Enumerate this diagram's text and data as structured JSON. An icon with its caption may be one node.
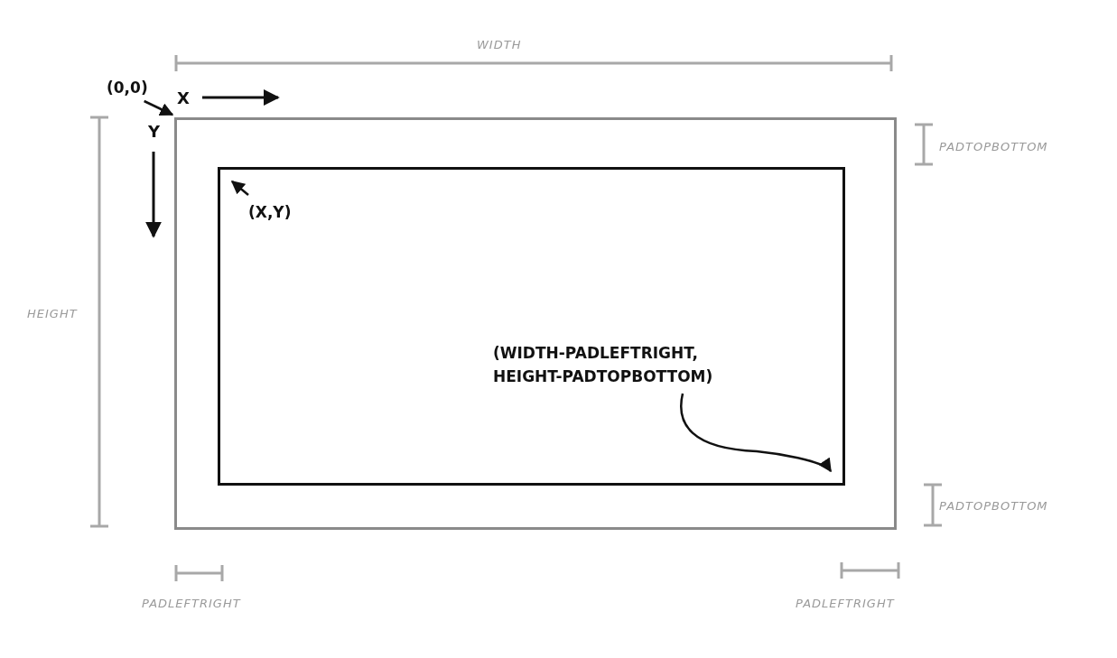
{
  "diagram": {
    "nodes": [
      {
        "text": [],
        "shape": "box"
      },
      {
        "text": [],
        "shape": "box",
        "in": 0
      },
      {
        "text": [
          "(0,0)"
        ]
      },
      {
        "text": [
          "(X,Y)"
        ],
        "in": 1
      },
      {
        "text": [
          "(WIDTH-PADLEFTRIGHT, HEIGHT-PADTOPBOTTOM)"
        ],
        "in": 1
      }
    ],
    "edges": [
      {
        "from": 2,
        "to": 0,
        "arrow": "to"
      },
      {
        "from": 3,
        "to": 1,
        "arrow": "to"
      },
      {
        "from": 4,
        "to": 1,
        "arrow": "to"
      }
    ],
    "labels": [
      "WIDTH",
      "X",
      "Y",
      "PADTOPBOTTOM",
      "HEIGHT",
      "PADTOPBOTTOM",
      "PADLEFTRIGHT",
      "PADLEFTRIGHT"
    ]
  }
}
